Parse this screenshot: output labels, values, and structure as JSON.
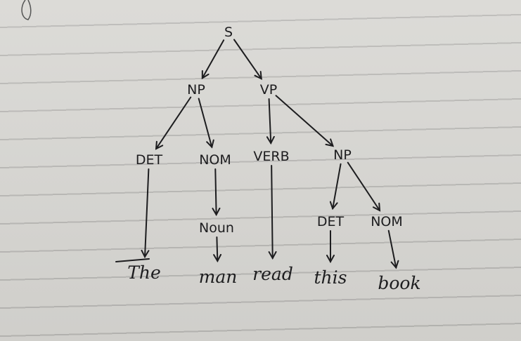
{
  "tree": {
    "nodes": [
      {
        "id": "s",
        "label": "S",
        "kind": "node"
      },
      {
        "id": "np1",
        "label": "NP",
        "kind": "node"
      },
      {
        "id": "vp",
        "label": "VP",
        "kind": "node"
      },
      {
        "id": "det1",
        "label": "DET",
        "kind": "node"
      },
      {
        "id": "nom1",
        "label": "NOM",
        "kind": "node"
      },
      {
        "id": "verb",
        "label": "VERB",
        "kind": "node"
      },
      {
        "id": "np2",
        "label": "NP",
        "kind": "node"
      },
      {
        "id": "noun",
        "label": "Noun",
        "kind": "node"
      },
      {
        "id": "det2",
        "label": "DET",
        "kind": "node"
      },
      {
        "id": "nom2",
        "label": "NOM",
        "kind": "node"
      },
      {
        "id": "w_the",
        "label": "The",
        "kind": "word"
      },
      {
        "id": "w_man",
        "label": "man",
        "kind": "word"
      },
      {
        "id": "w_read",
        "label": "read",
        "kind": "word"
      },
      {
        "id": "w_this",
        "label": "this",
        "kind": "word"
      },
      {
        "id": "w_book",
        "label": "book",
        "kind": "word"
      }
    ],
    "edges": [
      {
        "from": "s",
        "to": "np1"
      },
      {
        "from": "s",
        "to": "vp"
      },
      {
        "from": "np1",
        "to": "det1"
      },
      {
        "from": "np1",
        "to": "nom1"
      },
      {
        "from": "vp",
        "to": "verb"
      },
      {
        "from": "vp",
        "to": "np2"
      },
      {
        "from": "det1",
        "to": "w_the"
      },
      {
        "from": "nom1",
        "to": "noun"
      },
      {
        "from": "noun",
        "to": "w_man"
      },
      {
        "from": "verb",
        "to": "w_read"
      },
      {
        "from": "np2",
        "to": "det2"
      },
      {
        "from": "np2",
        "to": "nom2"
      },
      {
        "from": "det2",
        "to": "w_this"
      },
      {
        "from": "nom2",
        "to": "w_book"
      }
    ]
  }
}
